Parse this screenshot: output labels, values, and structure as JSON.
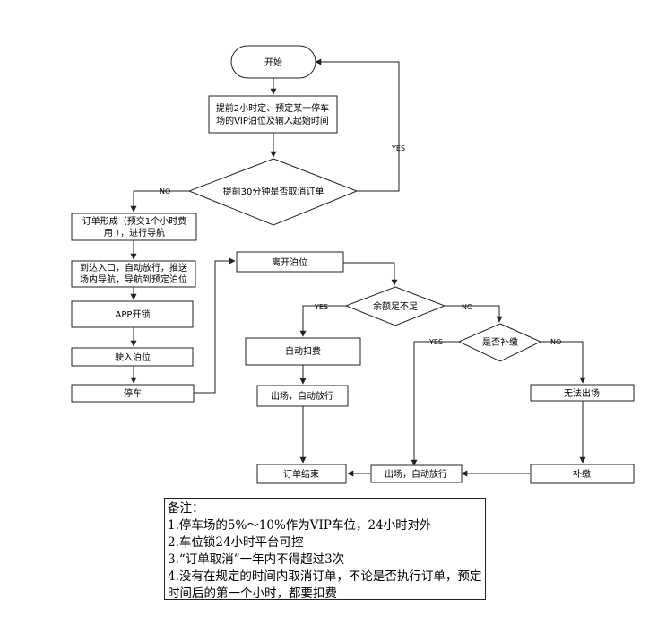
{
  "nodes": {
    "start": "开始",
    "reserve": [
      "提前2小时定、预定某一停车",
      "场的VIP泊位及输入起始时间"
    ],
    "cancel_check": "提前30分钟是否取消订单",
    "order_form": [
      "订单形成（预交1个小时费",
      "用 ），进行导航"
    ],
    "arrive": [
      "到达入口，自动放行，推送",
      "场内导航，导航到预定泊位"
    ],
    "app_unlock": "APP开锁",
    "drive_in": "驶入泊位",
    "park": "停车",
    "leave": "离开泊位",
    "balance_check": "余额足不足",
    "auto_deduct": "自动扣费",
    "exit_left": "出场，自动放行",
    "order_end": "订单结束",
    "topup_check": "是否补缴",
    "cannot_exit": "无法出场",
    "exit_mid": "出场，自动放行",
    "pay_later": "补缴"
  },
  "edge_labels": {
    "yes_cancel": "YES",
    "no_cancel": "NO",
    "yes_balance": "YES",
    "no_balance": "NO",
    "yes_topup": "YES",
    "no_topup": "NO"
  },
  "notes": {
    "title": "备注：",
    "items": [
      "1.停车场的5%～10%作为VIP车位，24小时对外",
      "2.车位锁24小时平台可控",
      "3.“订单取消”一年内不得超过3次",
      "4.没有在规定的时间内取消订单，不论是否执行订单，预定时间后的第一个小时，都要扣费"
    ]
  }
}
